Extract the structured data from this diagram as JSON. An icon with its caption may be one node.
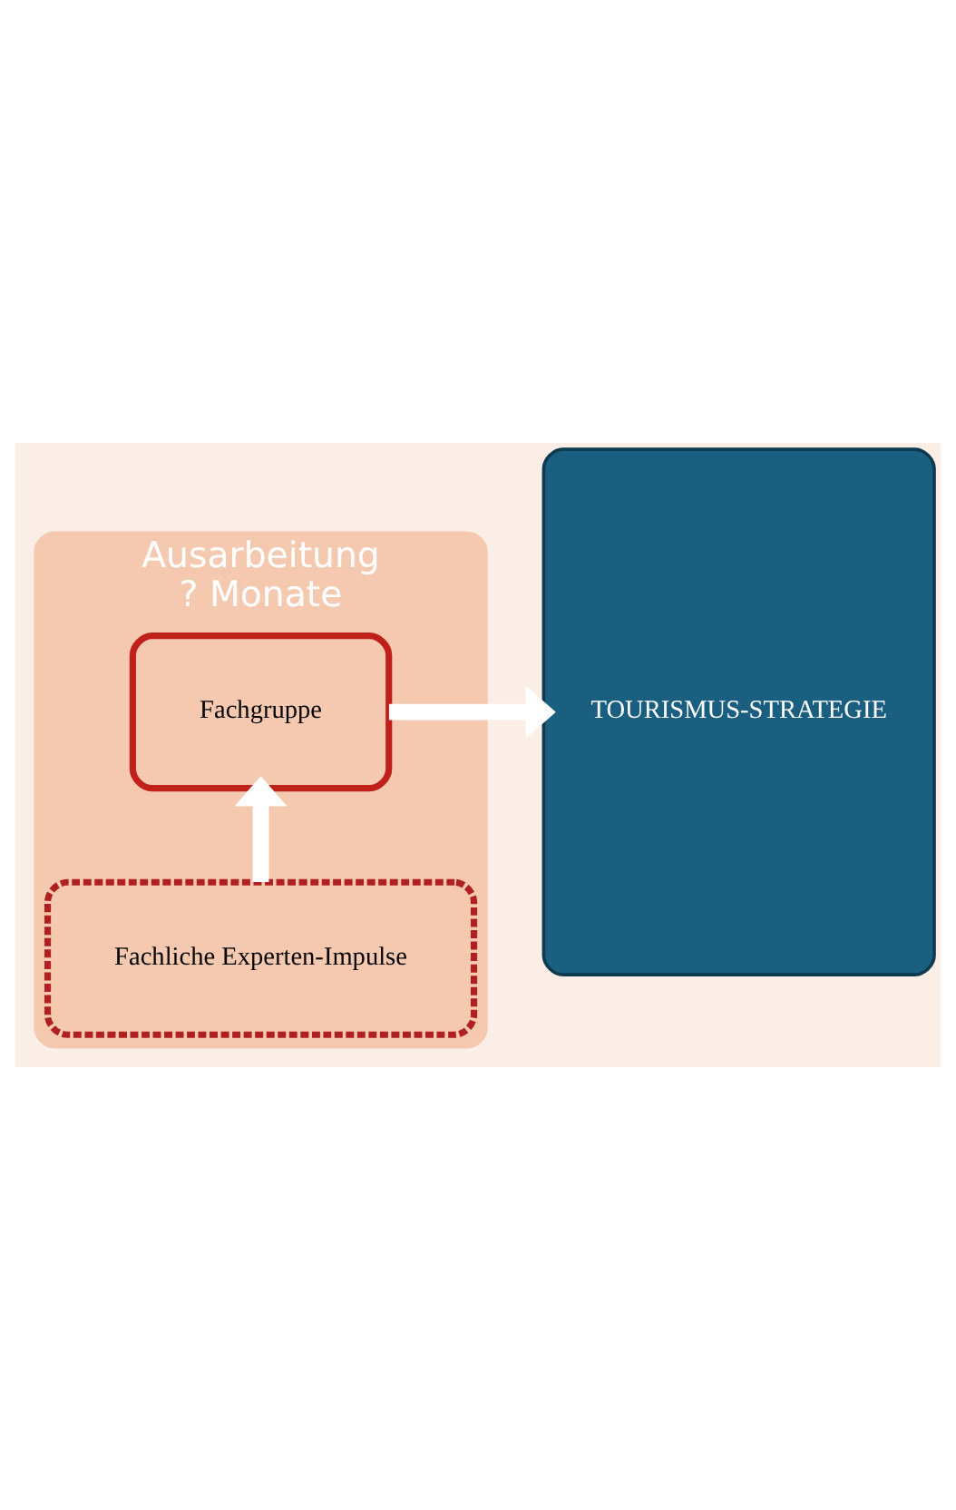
{
  "diagram": {
    "nodes": [
      {
        "text": [
          "Ausarbeitung",
          "? Monate"
        ]
      },
      {
        "text": [
          "Fachgruppe"
        ],
        "in": 0
      },
      {
        "text": [
          "Fachliche Experten-Impulse"
        ],
        "in": 0
      },
      {
        "text": [
          "TOURISMUS-STRATEGIE"
        ]
      }
    ],
    "edges": [
      {
        "from": 2,
        "to": 1,
        "arrow": "to"
      },
      {
        "from": 1,
        "to": 3,
        "arrow": "to"
      }
    ]
  }
}
